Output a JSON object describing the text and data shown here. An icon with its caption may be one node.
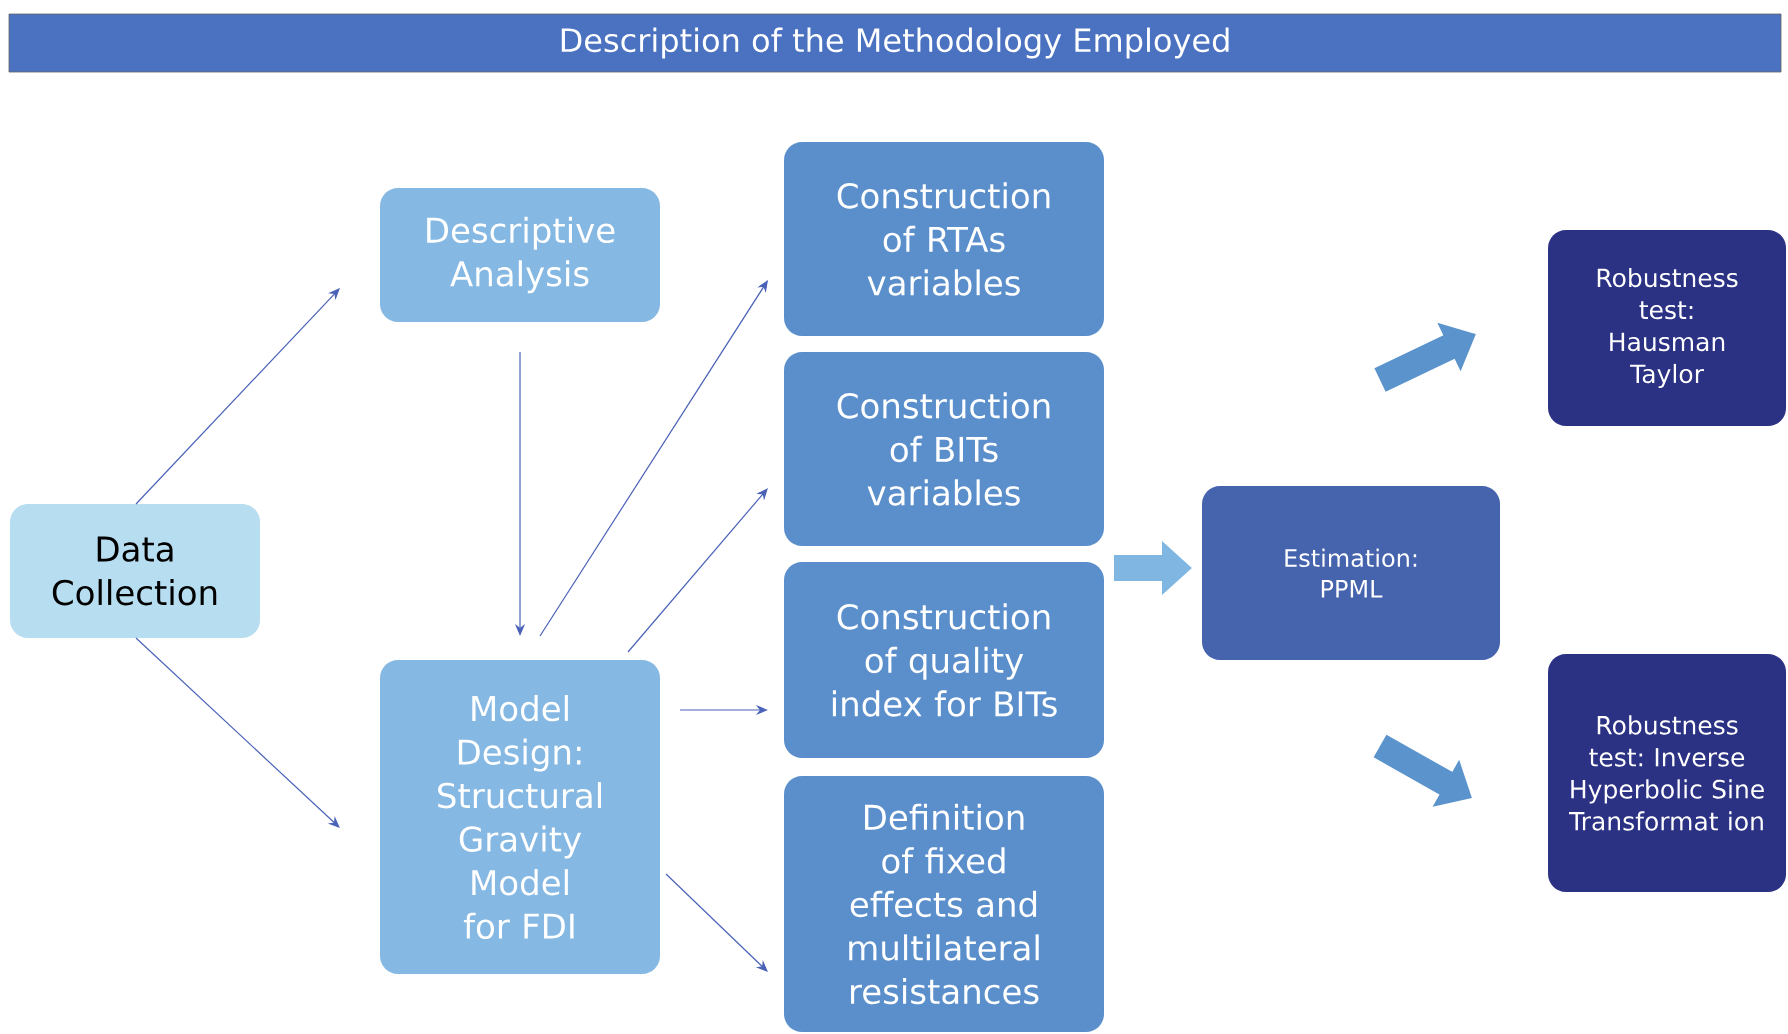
{
  "diagram": {
    "title": "Description of the Methodology Employed",
    "nodes": [
      {
        "text": [
          "Data Collection"
        ]
      },
      {
        "text": [
          "Descriptive Analysis"
        ]
      },
      {
        "text": [
          "Model Design: Structural Gravity Model for FDI"
        ]
      },
      {
        "text": [
          "Construction of RTAs variables"
        ]
      },
      {
        "text": [
          "Construction of BITs variables"
        ]
      },
      {
        "text": [
          "Construction of quality index for BITs"
        ]
      },
      {
        "text": [
          "Definition of fixed effects and multilateral resistances"
        ]
      },
      {
        "text": [
          "Estimation: PPML"
        ]
      },
      {
        "text": [
          "Robustness test: Hausman Taylor"
        ]
      },
      {
        "text": [
          "Robustness test: Inverse Hyperbolic Sine Transformat ion"
        ]
      }
    ],
    "edges": [
      {
        "from": 0,
        "to": 1,
        "arrow": "to"
      },
      {
        "from": 0,
        "to": 2,
        "arrow": "to"
      },
      {
        "from": 1,
        "to": 2,
        "arrow": "to"
      },
      {
        "from": 2,
        "to": 3,
        "arrow": "to"
      },
      {
        "from": 2,
        "to": 4,
        "arrow": "to"
      },
      {
        "from": 2,
        "to": 5,
        "arrow": "to"
      },
      {
        "from": 2,
        "to": 6,
        "arrow": "to"
      },
      {
        "from": 5,
        "to": 7,
        "arrow": "to",
        "style": "thick",
        "color": "#7fb6e2"
      },
      {
        "from": 7,
        "to": 8,
        "arrow": "to",
        "style": "thick",
        "color": "#5b93cd"
      },
      {
        "from": 7,
        "to": 9,
        "arrow": "to",
        "style": "thick",
        "color": "#5b93cd"
      }
    ]
  }
}
